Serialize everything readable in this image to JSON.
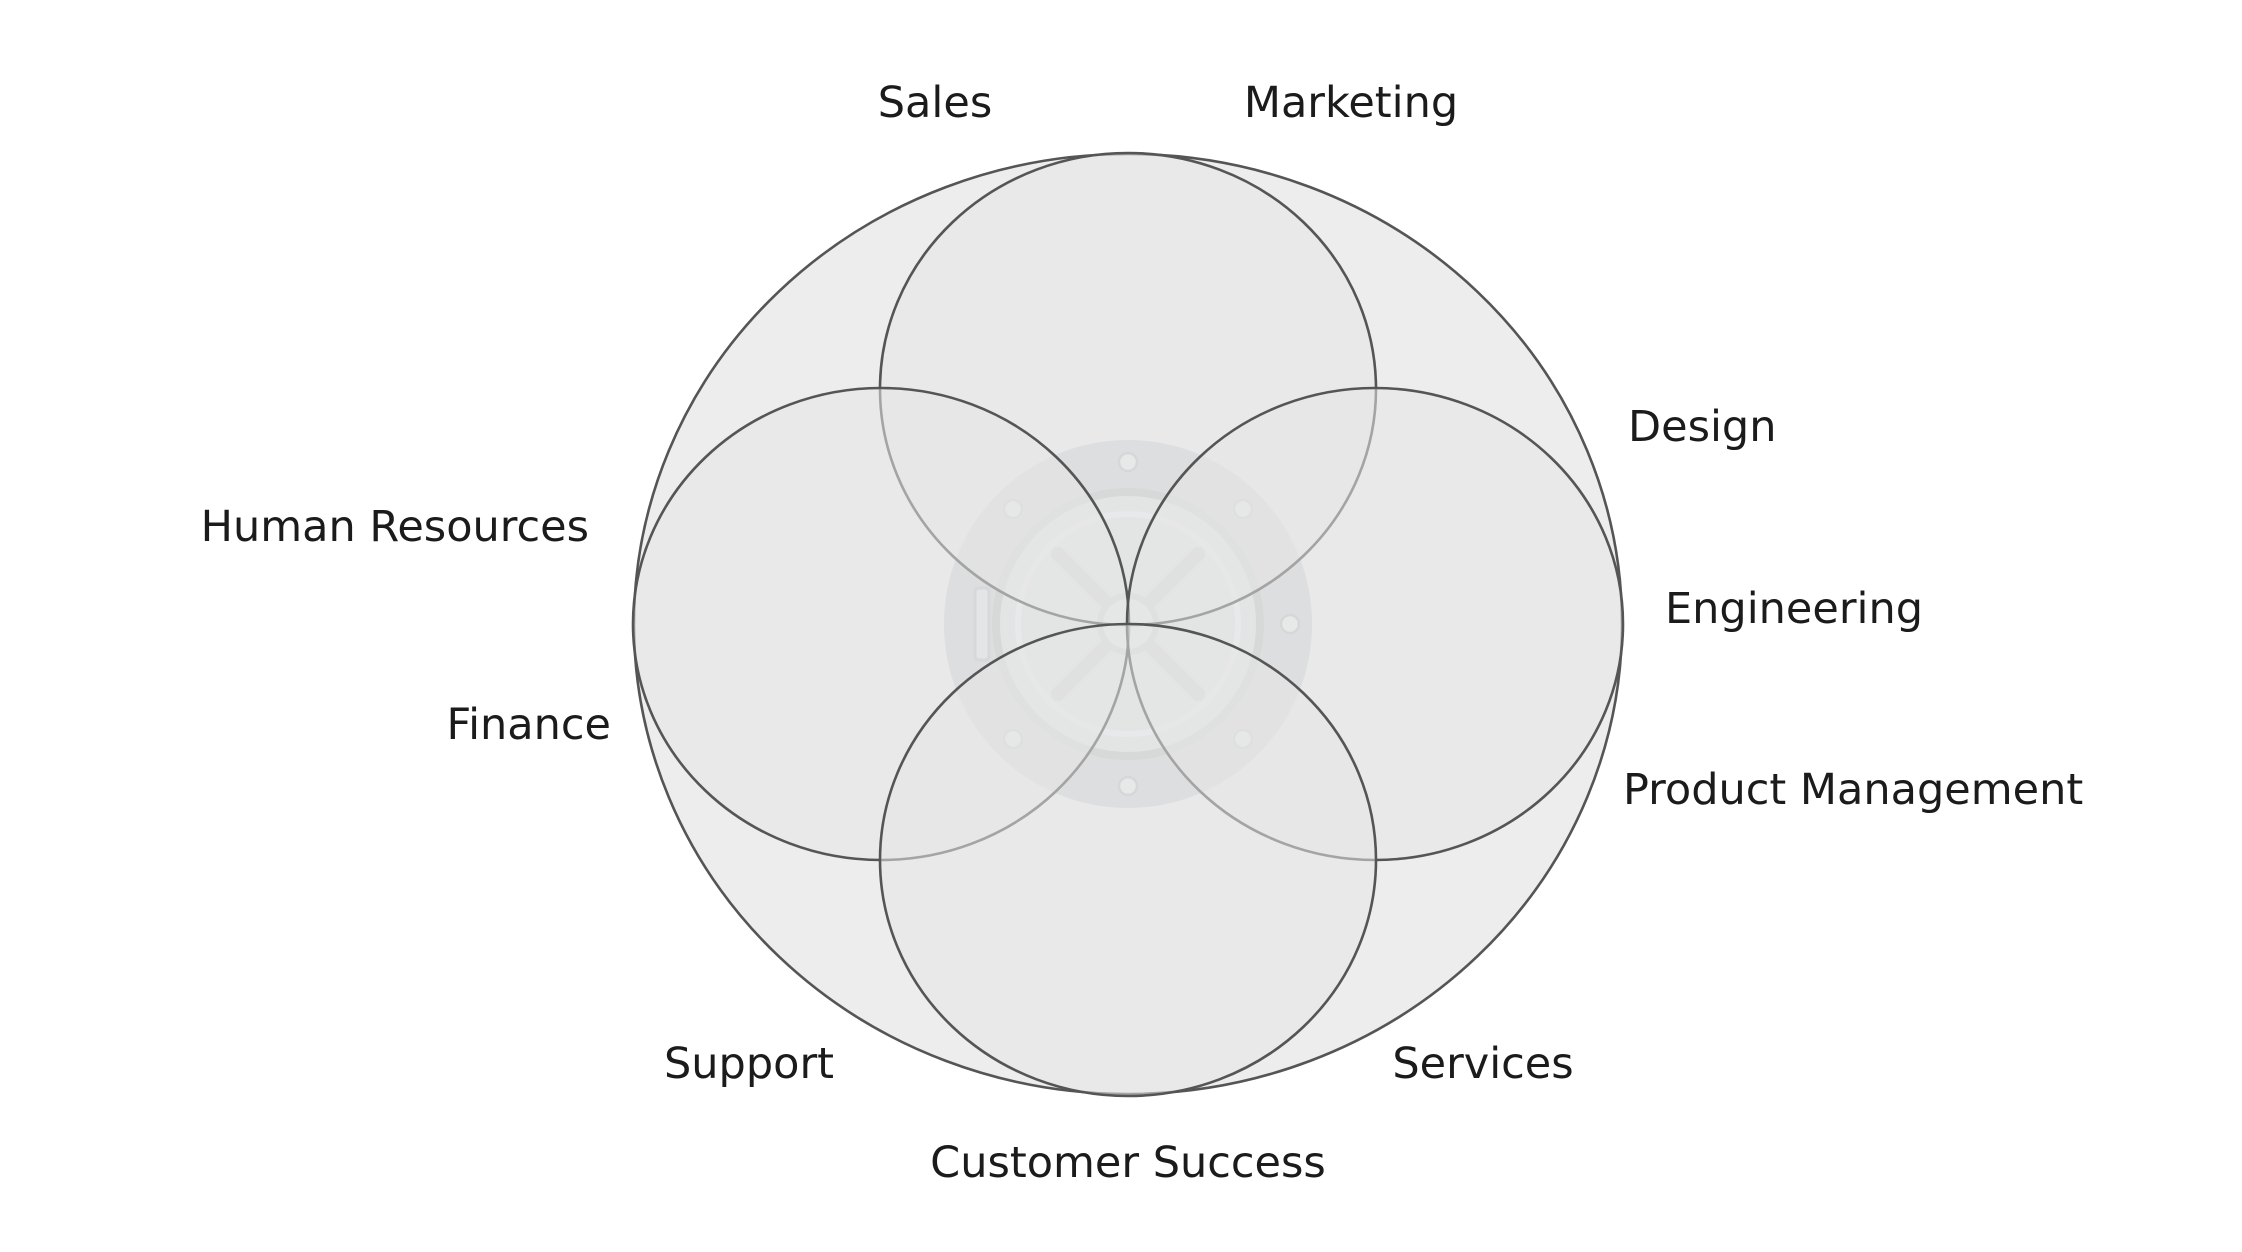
{
  "diagram": {
    "labels": {
      "sales": "Sales",
      "marketing": "Marketing",
      "design": "Design",
      "human_resources": "Human Resources",
      "engineering": "Engineering",
      "finance": "Finance",
      "product_management": "Product Management",
      "support": "Support",
      "services": "Services",
      "customer_success": "Customer Success"
    },
    "center_icon": "vault-icon",
    "colors": {
      "fill": "#ededed",
      "stroke": "#555555",
      "text": "#1b1b1b"
    }
  }
}
